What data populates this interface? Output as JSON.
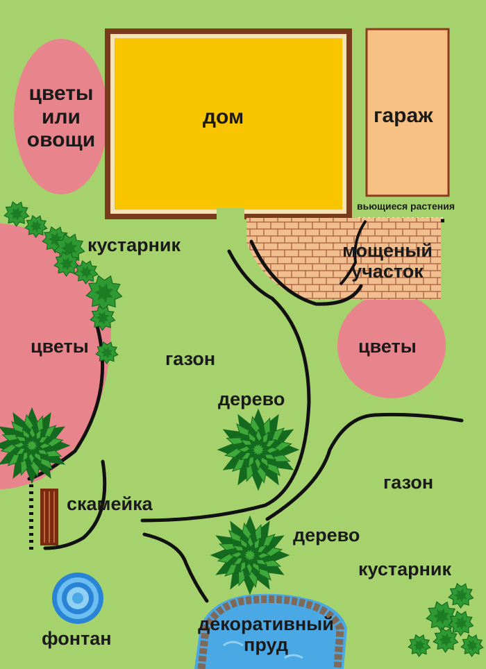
{
  "labels": {
    "flowers_or_vegetables": [
      "цветы",
      "или",
      "овощи"
    ],
    "house": "дом",
    "garage": "гараж",
    "climbing_plants": "вьющиеся растения",
    "paved_area": [
      "мощеный",
      "участок"
    ],
    "shrub_left": "кустарник",
    "flowers_left": "цветы",
    "lawn_left": "газон",
    "flowers_right": "цветы",
    "tree_middle": "дерево",
    "lawn_right": "газон",
    "bench": "скамейка",
    "tree_bottom": "дерево",
    "shrub_right": "кустарник",
    "fountain": "фонтан",
    "pond": [
      "декоративный",
      "пруд"
    ]
  },
  "colors": {
    "lawn": "#a6d26e",
    "house_fill": "#f9c400",
    "house_wall": "#7a3a1c",
    "garage_fill": "#f8c184",
    "garage_border": "#8b3a1f",
    "flower_bed": "#e8848c",
    "brick_fill": "#f1be8e",
    "brick_mortar": "#b06a48",
    "path": "#111111",
    "tree_dark": "#146a1e",
    "tree_light": "#3ea83a",
    "water": "#4aa8e4",
    "water_light": "#8fd0f4",
    "pond_stone": "#7f6a5a",
    "bench": "#7a2a10"
  }
}
